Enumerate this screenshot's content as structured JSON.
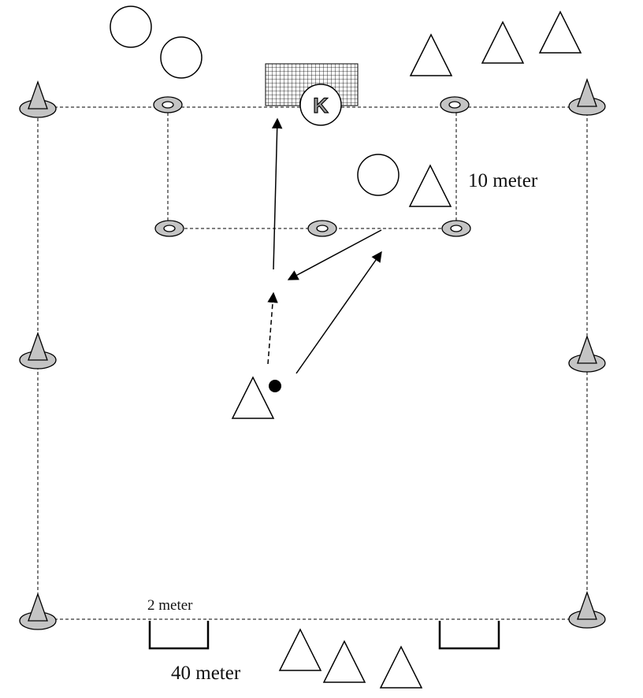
{
  "labels": {
    "ten_meter": "10 meter",
    "two_meter": "2 meter",
    "forty_meter": "40 meter",
    "keeper": "K"
  },
  "colors": {
    "cone_fill": "#c4c4c4",
    "line": "#000000",
    "background": "#ffffff"
  },
  "icons": {
    "corner_cone": "cone-icon",
    "marker_disc": "disc-marker-icon",
    "attacker": "triangle-player-icon",
    "defender": "circle-player-icon",
    "keeper": "keeper-icon",
    "goal": "goal-net-icon",
    "ball": "ball-icon"
  }
}
